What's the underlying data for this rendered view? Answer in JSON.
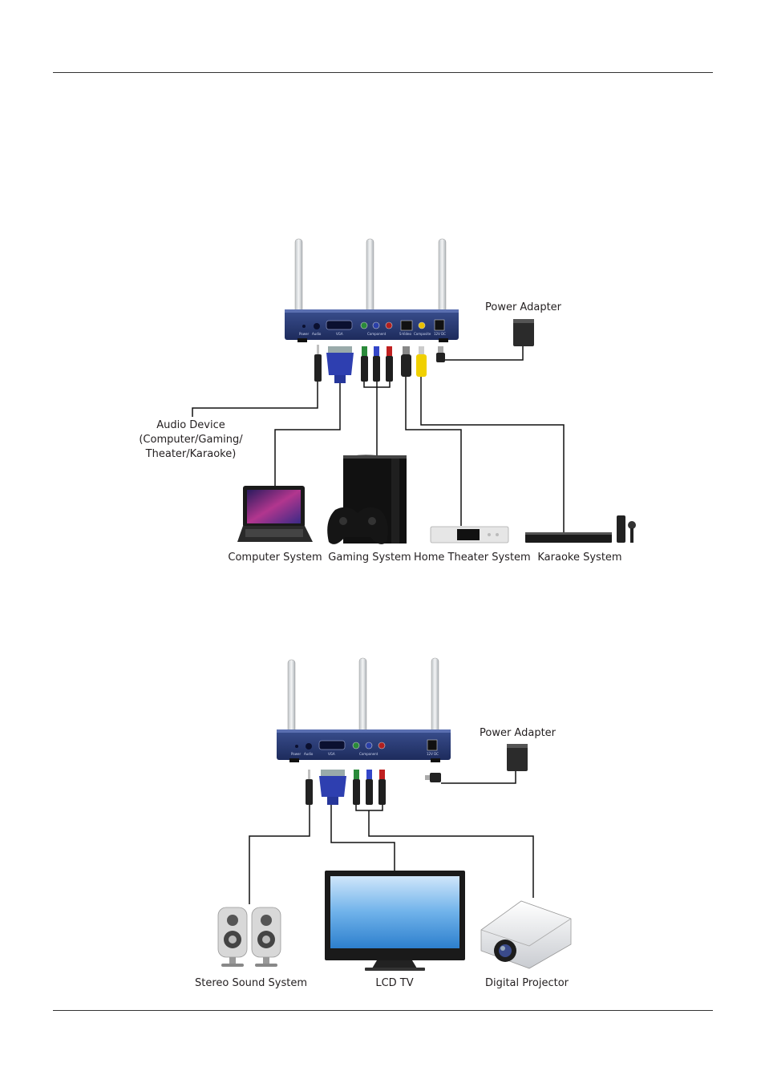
{
  "diagram1": {
    "power_adapter": "Power Adapter",
    "audio_device": [
      "Audio Device",
      "(Computer/Gaming/",
      "Theater/Karaoke)"
    ],
    "devices": [
      "Computer System",
      "Gaming System",
      "Home Theater System",
      "Karaoke System"
    ],
    "ports": [
      "Power",
      "Audio",
      "VGA",
      "Component",
      "S-Video",
      "Composite",
      "12V DC"
    ]
  },
  "diagram2": {
    "power_adapter": "Power Adapter",
    "devices": [
      "Stereo Sound System",
      "LCD TV",
      "Digital Projector"
    ],
    "ports": [
      "Power",
      "Audio",
      "VGA",
      "Component",
      "12V DC"
    ]
  }
}
